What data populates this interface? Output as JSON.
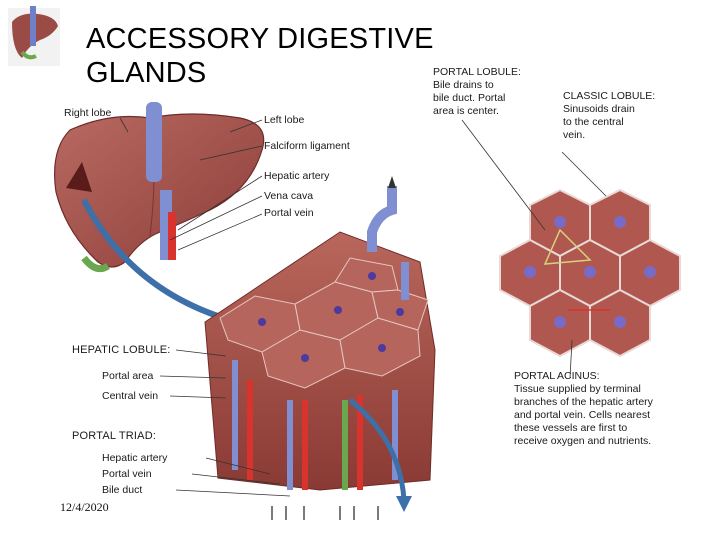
{
  "title": {
    "line1": "ACCESSORY DIGESTIVE",
    "line2": "GLANDS"
  },
  "footer": {
    "date": "12/4/2020"
  },
  "liver_labels": {
    "right_lobe": "Right lobe",
    "left_lobe": "Left lobe",
    "falciform": "Falciform ligament",
    "hepatic_artery": "Hepatic artery",
    "vena_cava": "Vena cava",
    "portal_vein": "Portal vein"
  },
  "hepatic_lobule": {
    "heading": "HEPATIC LOBULE:",
    "portal_area": "Portal area",
    "central_vein": "Central vein"
  },
  "portal_triad": {
    "heading": "PORTAL TRIAD:",
    "hepatic_artery": "Hepatic artery",
    "portal_vein": "Portal vein",
    "bile_duct": "Bile duct"
  },
  "portal_lobule": {
    "heading": "PORTAL LOBULE:",
    "lines": [
      "Bile drains to",
      "bile duct. Portal",
      "area is center."
    ]
  },
  "classic_lobule": {
    "heading": "CLASSIC LOBULE:",
    "lines": [
      "Sinusoids drain",
      "to the central",
      "vein."
    ]
  },
  "portal_acinus": {
    "heading": "PORTAL ACINUS:",
    "lines": [
      "Tissue supplied by terminal",
      "branches of the hepatic artery",
      "and portal vein. Cells nearest",
      "these vessels are first to",
      "receive oxygen and nutrients."
    ]
  },
  "colors": {
    "liver": "#a8504a",
    "lobule": "#b0584f",
    "vein": "#6f7fc8",
    "artery": "#d8332c",
    "bile": "#6aa84f"
  }
}
